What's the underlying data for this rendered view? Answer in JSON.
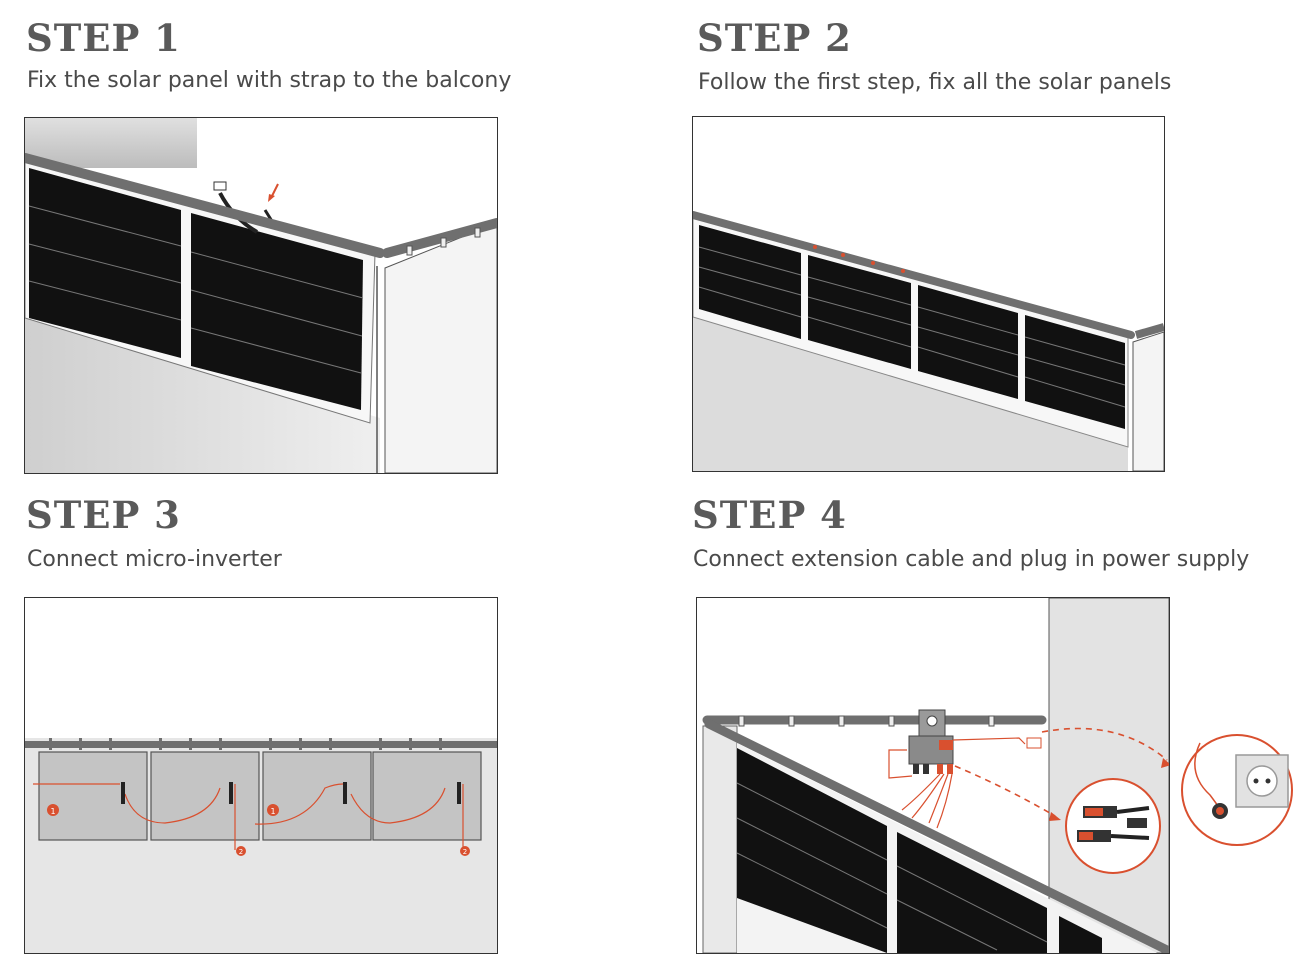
{
  "steps": [
    {
      "title": "STEP 1",
      "description": "Fix the solar panel with strap to the balcony"
    },
    {
      "title": "STEP 2",
      "description": "Follow the first step, fix all the solar panels"
    },
    {
      "title": "STEP 3",
      "description": "Connect micro-inverter"
    },
    {
      "title": "STEP 4",
      "description": "Connect extension cable and  plug in power supply"
    }
  ],
  "markers": {
    "one": "1",
    "two": "2"
  },
  "colors": {
    "accent": "#d9502f",
    "panel": "#111111",
    "rail": "#6f6f6f",
    "wall": "#d6d6d6"
  }
}
